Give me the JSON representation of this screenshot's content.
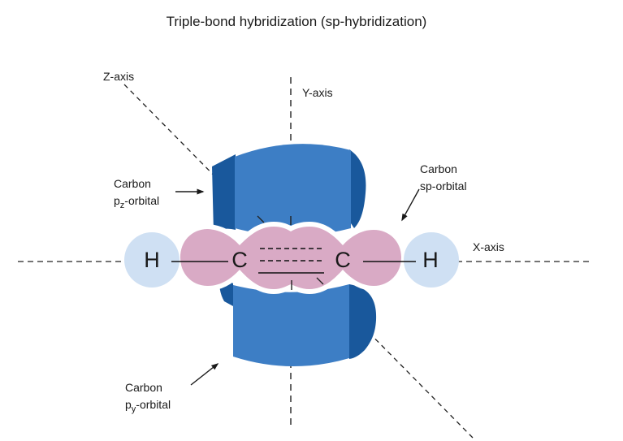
{
  "title": "Triple-bond hybridization (sp-hybridization)",
  "axes": {
    "x_label": "X-axis",
    "y_label": "Y-axis",
    "z_label": "Z-axis"
  },
  "atoms": {
    "h_left": "H",
    "c_left": "C",
    "c_right": "C",
    "h_right": "H"
  },
  "orbital_labels": {
    "pz": {
      "line1": "Carbon",
      "pre": "p",
      "sub": "z",
      "post": "-orbital"
    },
    "sp": {
      "line1": "Carbon",
      "line2": "sp-orbital"
    },
    "py": {
      "line1": "Carbon",
      "pre": "p",
      "sub": "y",
      "post": "-orbital"
    }
  },
  "colors": {
    "orbital_pink": "#d9aac5",
    "hydrogen_blue": "#cfe0f3",
    "band_front_blue": "#3d7ec5",
    "band_back_blue": "#19589c",
    "line_black": "#1a1a1a"
  }
}
